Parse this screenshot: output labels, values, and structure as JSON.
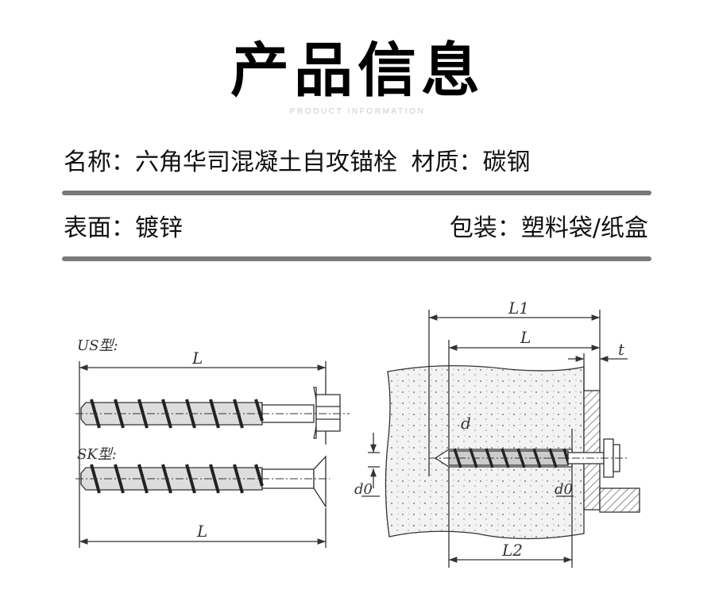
{
  "header": {
    "title": "产品信息",
    "subtitle": "PRODUCT INFORMATION"
  },
  "specs": {
    "name": "名称：六角华司混凝土自攻锚栓",
    "material": "材质：碳钢",
    "surface": "表面：镀锌",
    "packaging": "包装：塑料袋/纸盒"
  },
  "diagram": {
    "us_type": "US型:",
    "sk_type": "SK型:",
    "length_label": "L",
    "l1": "L1",
    "l2": "L2",
    "t": "t",
    "d": "d",
    "d0": "d0"
  }
}
